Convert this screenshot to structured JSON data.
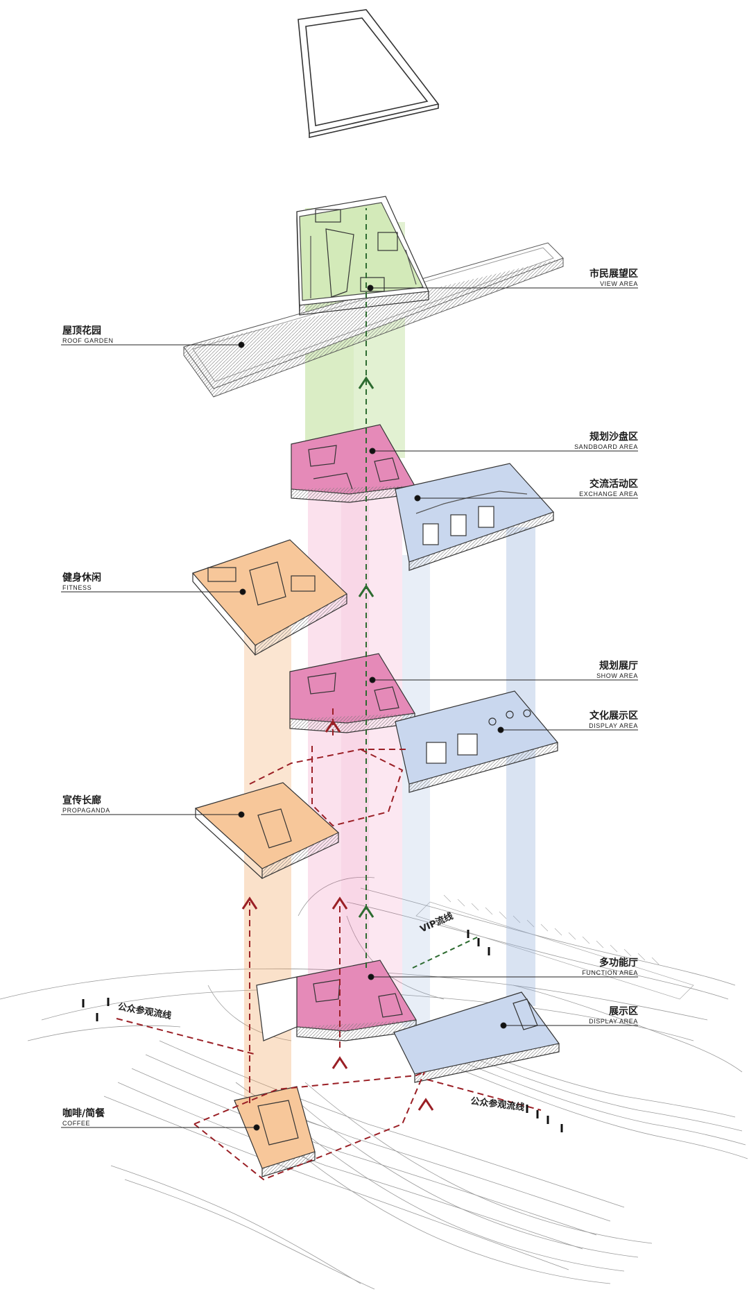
{
  "colors": {
    "green": "#8cc84b",
    "pink": "#e8579a",
    "orange": "#f0a25a",
    "blue": "#8aa9d8",
    "vip_arrow": "#2d6b30",
    "public_arrow": "#9a1f25"
  },
  "labels_left": [
    {
      "id": "roof-garden",
      "cn": "屋顶花园",
      "en": "ROOF GARDEN"
    },
    {
      "id": "fitness",
      "cn": "健身休闲",
      "en": "FITNESS"
    },
    {
      "id": "propaganda",
      "cn": "宣传长廊",
      "en": "PROPAGANDA"
    },
    {
      "id": "coffee",
      "cn": "咖啡/简餐",
      "en": "COFFEE"
    }
  ],
  "labels_right": [
    {
      "id": "view-area",
      "cn": "市民展望区",
      "en": "VIEW AREA"
    },
    {
      "id": "sandboard-area",
      "cn": "规划沙盘区",
      "en": "SANDBOARD AREA"
    },
    {
      "id": "exchange-area",
      "cn": "交流活动区",
      "en": "EXCHANGE AREA"
    },
    {
      "id": "show-area",
      "cn": "规划展厅",
      "en": "SHOW AREA"
    },
    {
      "id": "display-area-upper",
      "cn": "文化展示区",
      "en": "DISPLAY AREA"
    },
    {
      "id": "function-area",
      "cn": "多功能厅",
      "en": "FUNCTION AREA"
    },
    {
      "id": "display-area-lower",
      "cn": "展示区",
      "en": "DISPLAY AREA"
    }
  ],
  "flows": {
    "vip": "VIP流线",
    "public_left": "公众参观流线",
    "public_right": "公众参观流线"
  }
}
